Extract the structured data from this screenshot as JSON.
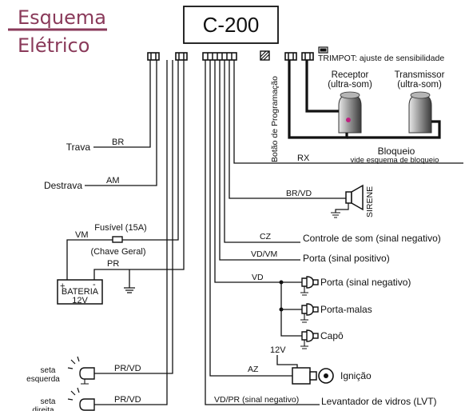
{
  "title": {
    "line1": "Esquema",
    "line2": "Elétrico"
  },
  "module": "C-200",
  "prog_button": "Botão de Programação",
  "trimpot": "TRIMPOT: ajuste de sensibilidade",
  "receptor": {
    "line1": "Receptor",
    "line2": "(ultra-som)"
  },
  "transmissor": {
    "line1": "Transmissor",
    "line2": "(ultra-som)"
  },
  "bloqueio": {
    "line1": "Bloqueio",
    "line2": "vide esquema de bloqueio"
  },
  "rx": "RX",
  "sirene": {
    "code": "BR/VD",
    "label": "SIRENE"
  },
  "trava": {
    "label": "Trava",
    "code": "BR"
  },
  "destrava": {
    "label": "Destrava",
    "code": "AM"
  },
  "fusivel": "Fusível (15A)",
  "chave": "(Chave Geral)",
  "vm": "VM",
  "pr": "PR",
  "bateria": {
    "line1": "BATERIA",
    "line2": "12V",
    "plus": "+",
    "minus": "-"
  },
  "controle_som": {
    "code": "CZ",
    "label": "Controle de som (sinal negativo)"
  },
  "porta_pos": {
    "code": "VD/VM",
    "label": "Porta (sinal positivo)"
  },
  "vd": {
    "code": "VD",
    "porta_neg": "Porta (sinal negativo)",
    "porta_malas": "Porta-malas",
    "capo": "Capô"
  },
  "ignicao": {
    "v12": "12V",
    "code": "AZ",
    "label": "Ignição"
  },
  "lvt": {
    "code": "VD/PR (sinal negativo)",
    "label": "Levantador  de vidros (LVT)"
  },
  "seta_esq": {
    "line1": "seta",
    "line2": "esquerda",
    "code": "PR/VD"
  },
  "seta_dir": {
    "line1": "seta",
    "line2": "direita",
    "code": "PR/VD"
  }
}
